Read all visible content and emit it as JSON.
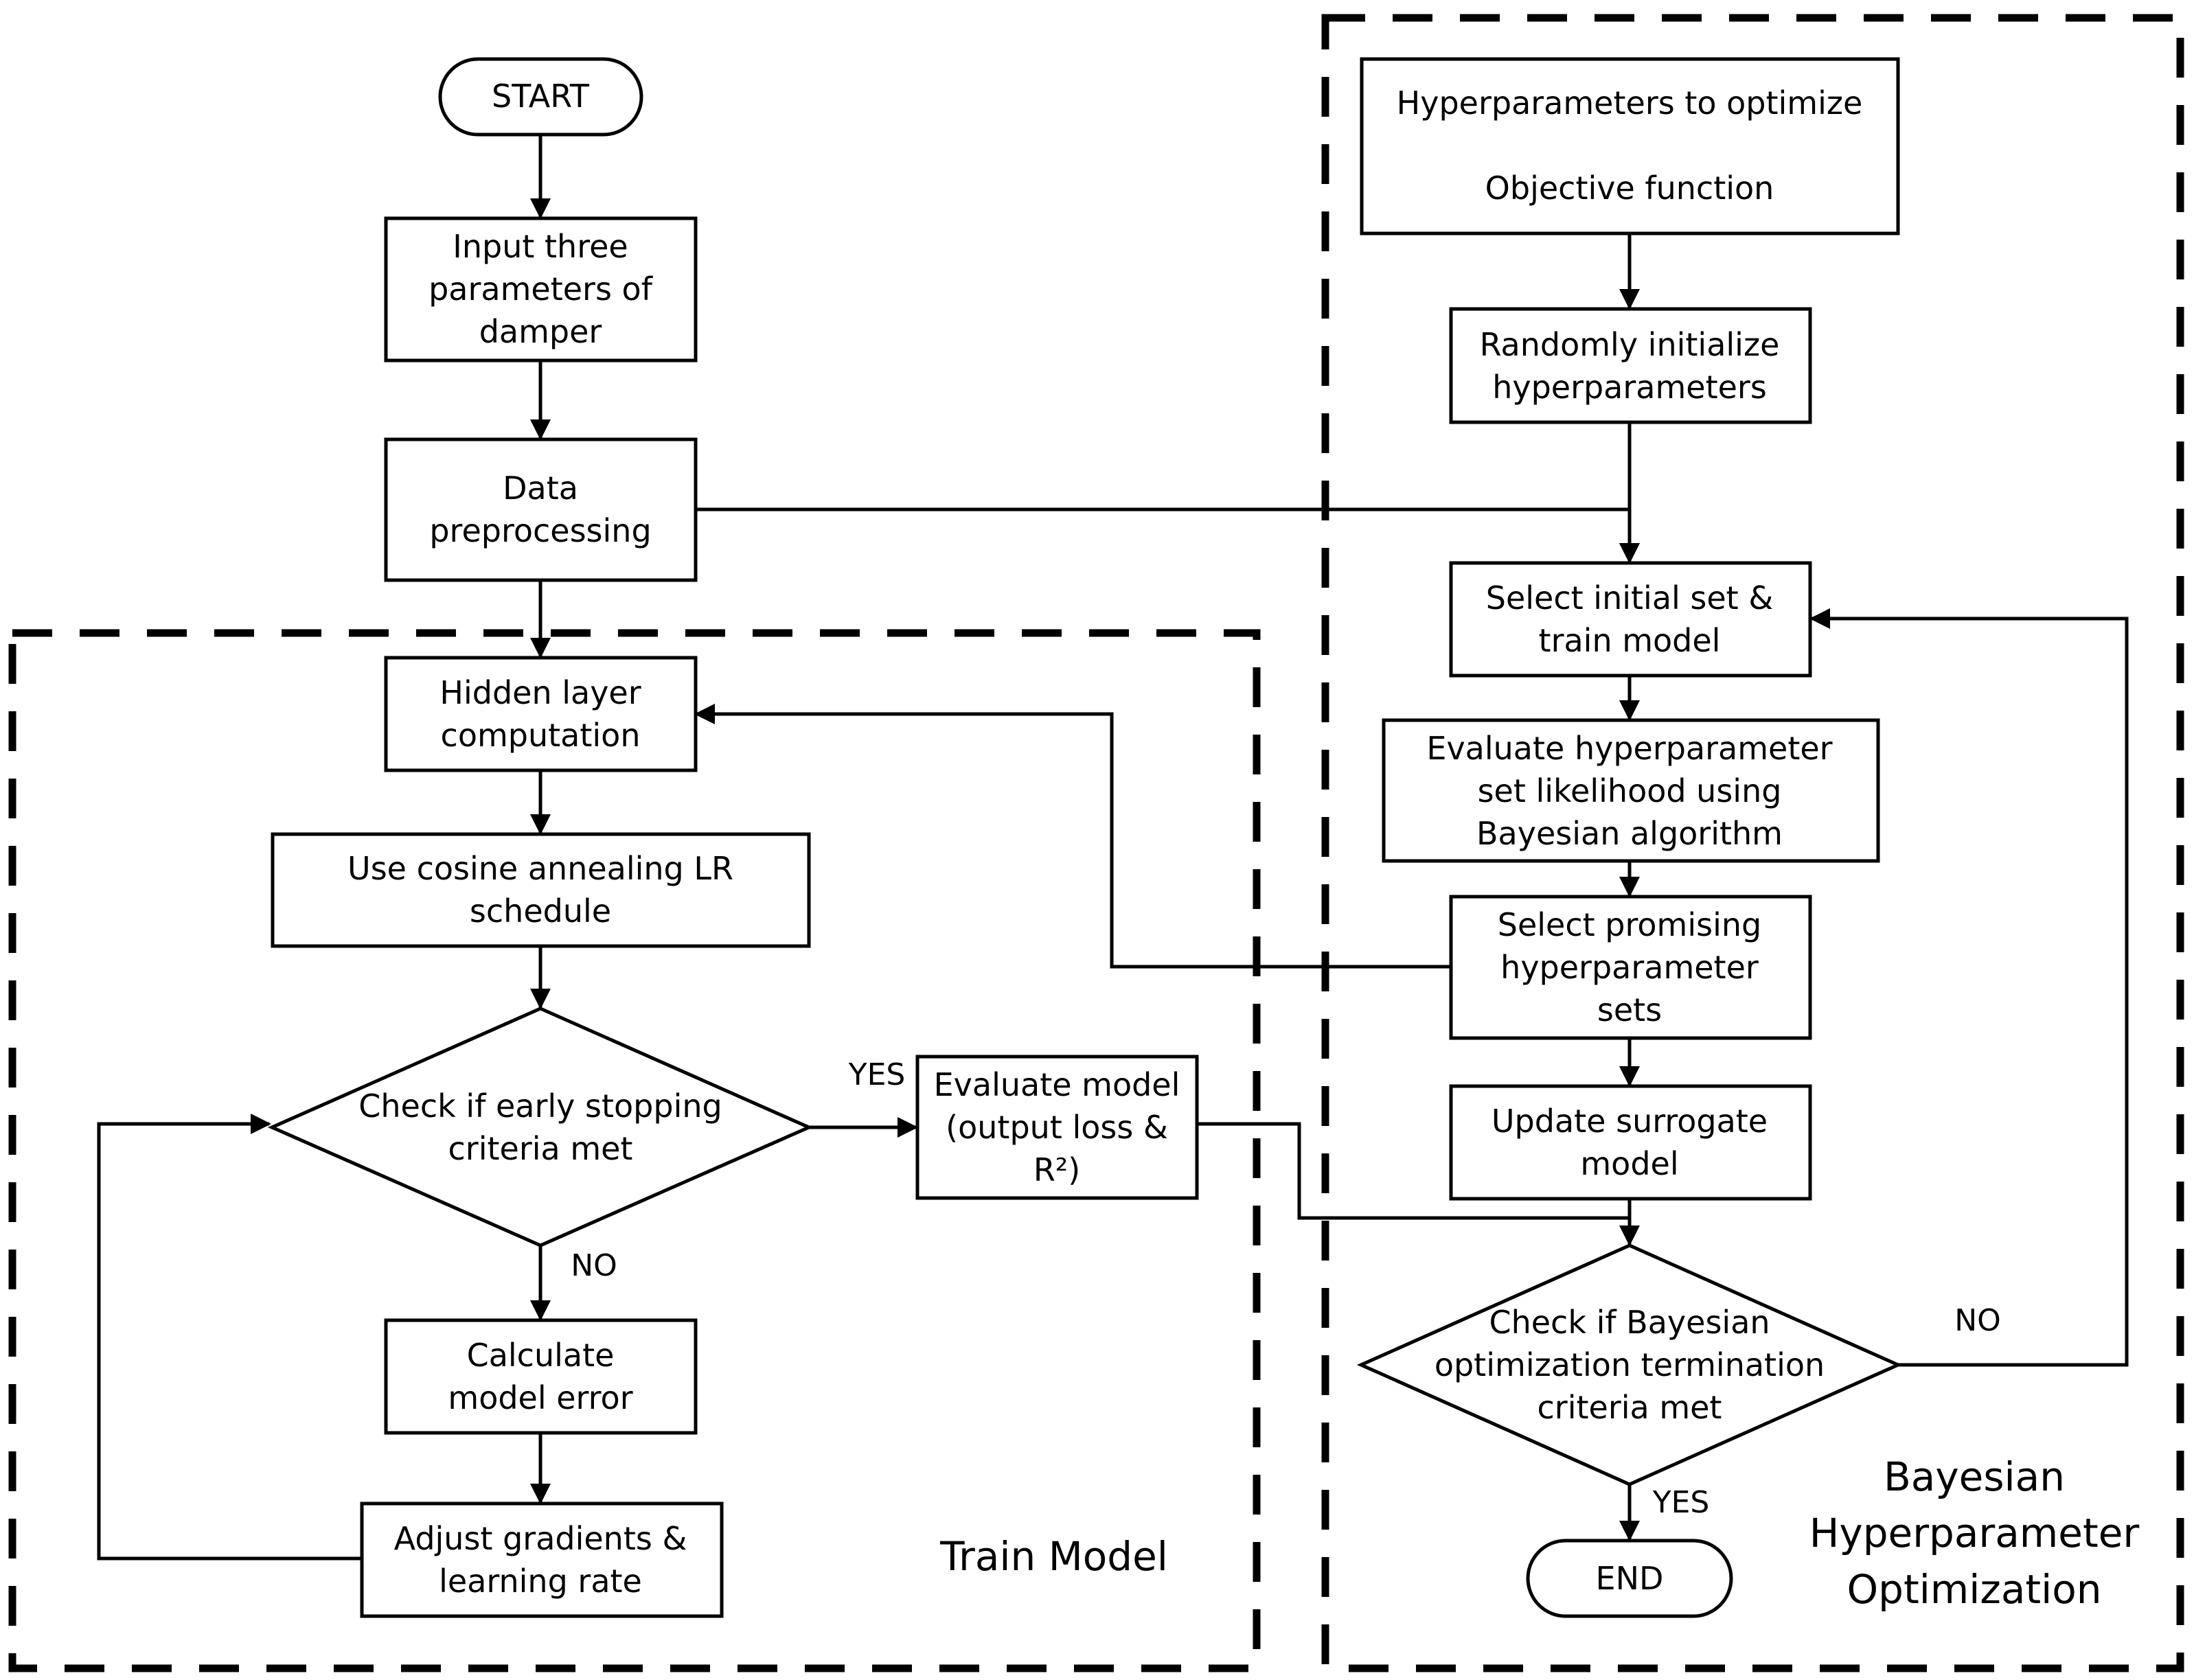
{
  "nodes": {
    "start": [
      "START"
    ],
    "input": [
      "Input three",
      "parameters of",
      "damper"
    ],
    "preprocess": [
      "Data",
      "preprocessing"
    ],
    "hidden": [
      "Hidden layer",
      "computation"
    ],
    "cosine": [
      "Use cosine annealing LR",
      "schedule"
    ],
    "early_stop": [
      "Check if early stopping",
      "criteria met"
    ],
    "evaluate": [
      "Evaluate model",
      "(output loss &",
      "R²)"
    ],
    "calc_error": [
      "Calculate",
      "model error"
    ],
    "adjust": [
      "Adjust gradients &",
      "learning rate"
    ],
    "hyperparams": [
      "Hyperparameters to optimize",
      "",
      "Objective function"
    ],
    "random_init": [
      "Randomly initialize",
      "hyperparameters"
    ],
    "select_initial": [
      "Select initial set &",
      "train model"
    ],
    "evaluate_hyper": [
      "Evaluate hyperparameter",
      "set likelihood using",
      "Bayesian algorithm"
    ],
    "select_promising": [
      "Select promising",
      "hyperparameter",
      "sets"
    ],
    "update_surrogate": [
      "Update surrogate",
      "model"
    ],
    "bayes_check": [
      "Check if Bayesian",
      "optimization termination",
      "criteria met"
    ],
    "end": [
      "END"
    ]
  },
  "edge_labels": {
    "early_yes": "YES",
    "early_no": "NO",
    "bayes_no": "NO",
    "bayes_yes": "YES"
  },
  "regions": {
    "train": [
      "Train Model"
    ],
    "bayes": [
      "Bayesian",
      "Hyperparameter",
      "Optimization"
    ]
  }
}
